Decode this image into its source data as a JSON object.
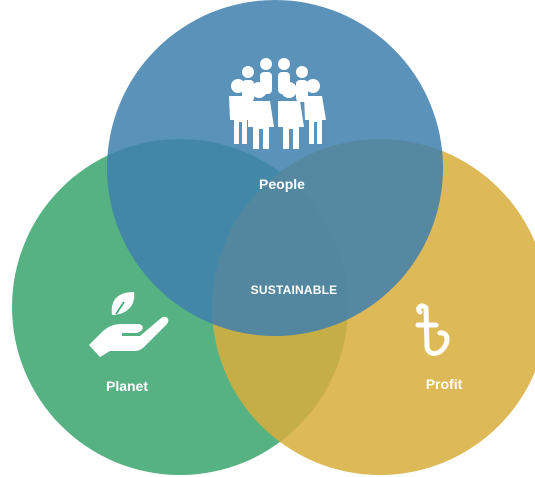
{
  "diagram": {
    "labels": {
      "people": "People",
      "center": "SUSTAINABLE",
      "planet": "Planet",
      "profit": "Profit"
    },
    "colors": {
      "people": "#3f80ad",
      "planet": "#3aa56e",
      "profit": "#d8ae3c",
      "text": "#ffffff"
    },
    "icons": {
      "people": "group-of-people-icon",
      "planet": "hand-holding-leaf-icon",
      "profit": "taka-currency-icon"
    }
  }
}
